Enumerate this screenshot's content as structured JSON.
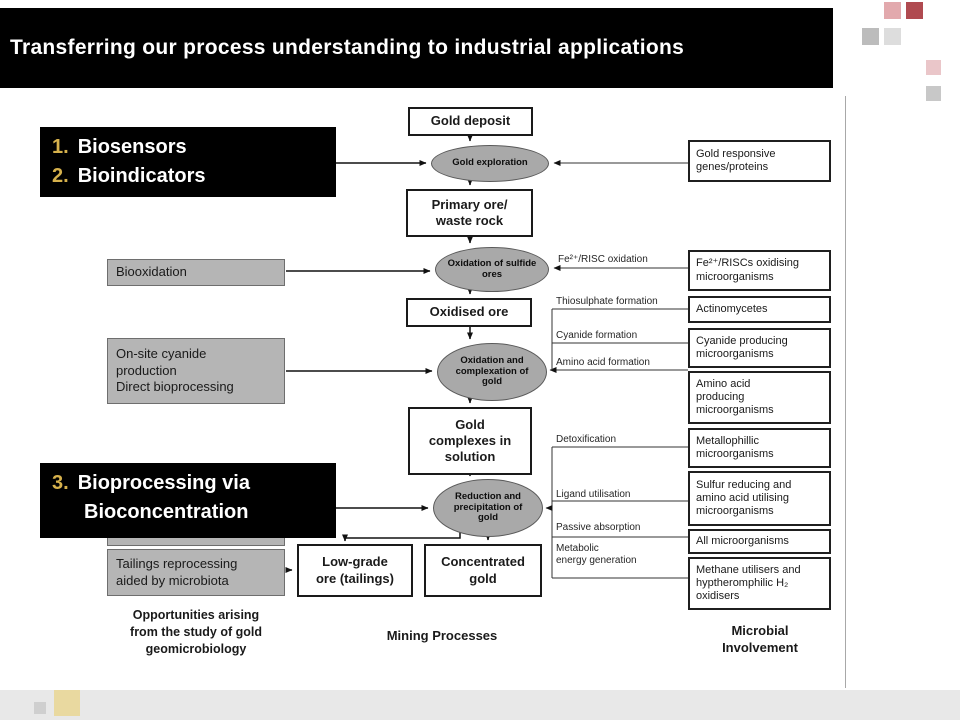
{
  "title": "Transferring our process understanding to industrial applications",
  "applications": {
    "box12": {
      "num1": "1.",
      "label1": "Biosensors",
      "num2": "2.",
      "label2": "Bioindicators"
    },
    "biooxidation": "Biooxidation",
    "onsite_cyanide": "On-site cyanide\nproduction\nDirect bioprocessing",
    "box3": {
      "num": "3.",
      "line1": "Bioprocessing via",
      "line2": "Bioconcentration"
    },
    "tailings": "Tailings reprocessing\naided by microbiota"
  },
  "mining_flow": {
    "gold_deposit": "Gold deposit",
    "gold_exploration": "Gold exploration",
    "primary_ore": "Primary ore/\nwaste rock",
    "oxidation_sulfide": "Oxidation of sulfide\nores",
    "oxidised_ore": "Oxidised ore",
    "oxidation_complexation": "Oxidation and\ncomplexation of\ngold",
    "gold_complexes": "Gold\ncomplexes in\nsolution",
    "reduction_precipitation": "Reduction and\nprecipitation of\ngold",
    "low_grade_ore": "Low-grade\nore (tailings)",
    "concentrated_gold": "Concentrated\ngold"
  },
  "microbial": {
    "gold_responsive": "Gold responsive\ngenes/proteins",
    "fe_riscs": "Fe²⁺/RISCs oxidising\nmicroorganisms",
    "actinomycetes": "Actinomycetes",
    "cyanide_producing": "Cyanide producing\nmicroorganisms",
    "amino_producing": "Amino acid\nproducing\nmicroorganisms",
    "metallophillic": "Metallophillic\nmicroorganisms",
    "sulfur_reducing": "Sulfur reducing and\namino acid utilising\nmicroorganisms",
    "all_microorganisms": "All microorganisms",
    "methane": "Methane utilisers and\nhyptheromphilic H₂\noxidisers"
  },
  "connectors": {
    "fe_risc_oxidation": "Fe²⁺/RISC oxidation",
    "thiosulphate": "Thiosulphate formation",
    "cyanide_formation": "Cyanide formation",
    "amino_acid_formation": "Amino acid formation",
    "detoxification": "Detoxification",
    "ligand_utilisation": "Ligand utilisation",
    "passive_absorption": "Passive absorption",
    "metabolic": "Metabolic\nenergy generation"
  },
  "captions": {
    "left": "Opportunities arising\nfrom the study of gold\ngeomicrobiology",
    "center": "Mining Processes",
    "right": "Microbial\nInvolvement"
  },
  "colors": {
    "title_bg": "#000000",
    "title_text": "#ffffff",
    "number_accent": "#d6b14c",
    "gray_box": "#b5b5b5",
    "ellipse_fill": "#a9a9a9",
    "decor_red": "#b04a50",
    "decor_pink": "#e2a9ad",
    "decor_tan": "#e9d9a0",
    "footer_bg": "#e8e8e8"
  }
}
